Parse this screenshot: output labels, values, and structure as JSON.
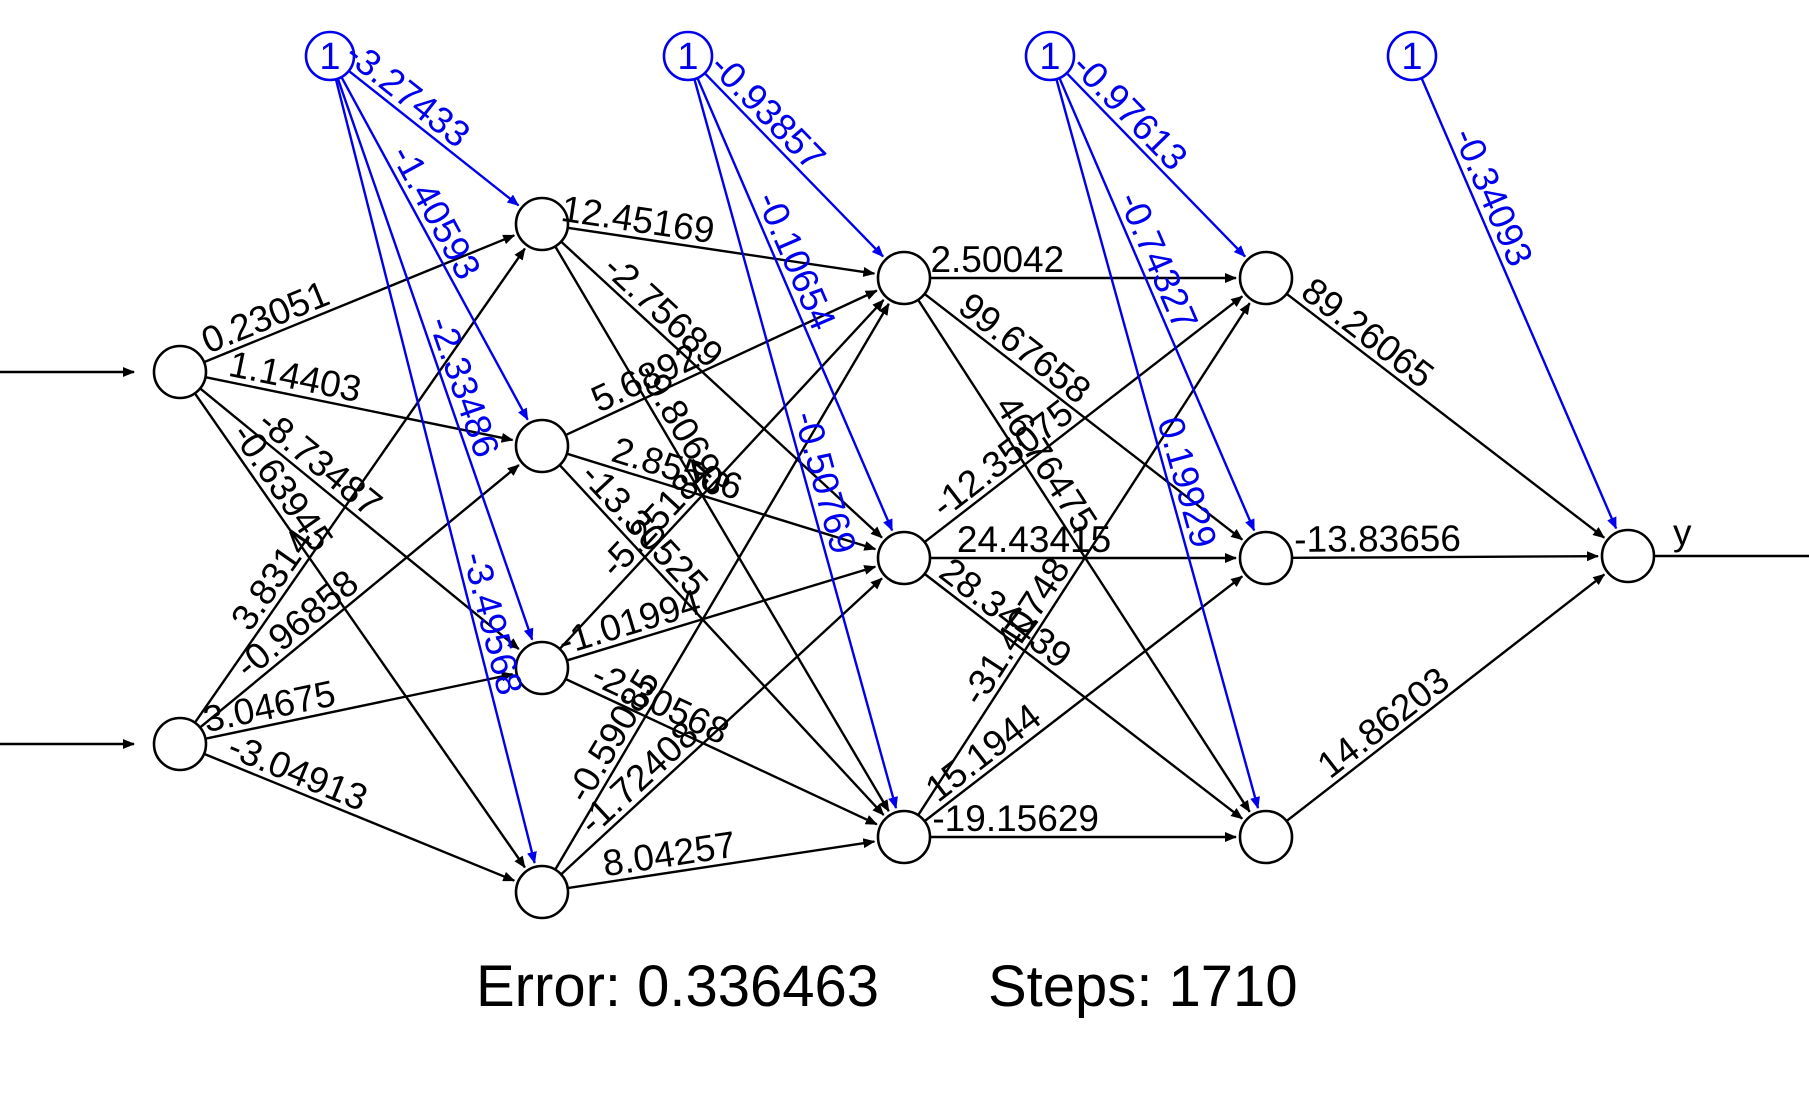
{
  "diagram": {
    "edge_color": "#000000",
    "bias_color": "#0000ee",
    "output_label": "y",
    "bias_label": "1",
    "footer": {
      "error_text": "Error: 0.336463",
      "steps_text": "Steps: 1710"
    },
    "layer_sizes": [
      2,
      4,
      3,
      3,
      1
    ],
    "layers": [
      {
        "name": "input-to-hidden1",
        "weights": [
          [
            "0.23051",
            "1.14403",
            "-8.73487",
            "-0.63945"
          ],
          [
            "3.8314",
            "-0.96858",
            "3.04675",
            "-3.04913"
          ]
        ],
        "bias": [
          "-3.27433",
          "-1.40593",
          "-2.33486",
          "-3.49568"
        ]
      },
      {
        "name": "hidden1-to-hidden2",
        "weights": [
          [
            "12.45169",
            "-2.75689",
            "-9.80693"
          ],
          [
            "5.6892",
            "2.85506",
            "-13.30525"
          ],
          [
            "-5.25184",
            "-1.01994",
            "-2.30568"
          ],
          [
            "-0.59085",
            "-1.72408",
            "8.04257"
          ]
        ],
        "bias": [
          "-0.93857",
          "-0.10654",
          "-0.50769"
        ]
      },
      {
        "name": "hidden2-to-hidden3",
        "weights": [
          [
            "2.50042",
            "99.67658",
            "46.76475"
          ],
          [
            "-12.35075",
            "24.43415",
            "28.34439"
          ],
          [
            "-31.40748",
            "15.1944",
            "-19.15629"
          ]
        ],
        "bias": [
          "-0.97613",
          "-0.74327",
          "0.19929"
        ]
      },
      {
        "name": "hidden3-to-output",
        "weights": [
          [
            "89.26065"
          ],
          [
            "-13.83656"
          ],
          [
            "14.86203"
          ]
        ],
        "bias": [
          "-0.34093"
        ]
      }
    ]
  }
}
